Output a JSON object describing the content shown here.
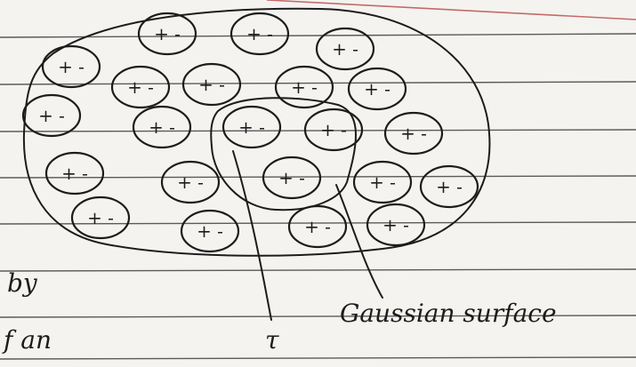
{
  "diagram": {
    "dipole_text": "+ -",
    "volume_label": "τ",
    "surface_label": "Gaussian surface",
    "margin_text_line1": "by",
    "margin_text_line2": "f an"
  },
  "colors": {
    "paper": "#f4f3ef",
    "ink": "#1c1c1c",
    "ruled_line": "#5a5a5a",
    "margin_line": "#c46a6a"
  }
}
